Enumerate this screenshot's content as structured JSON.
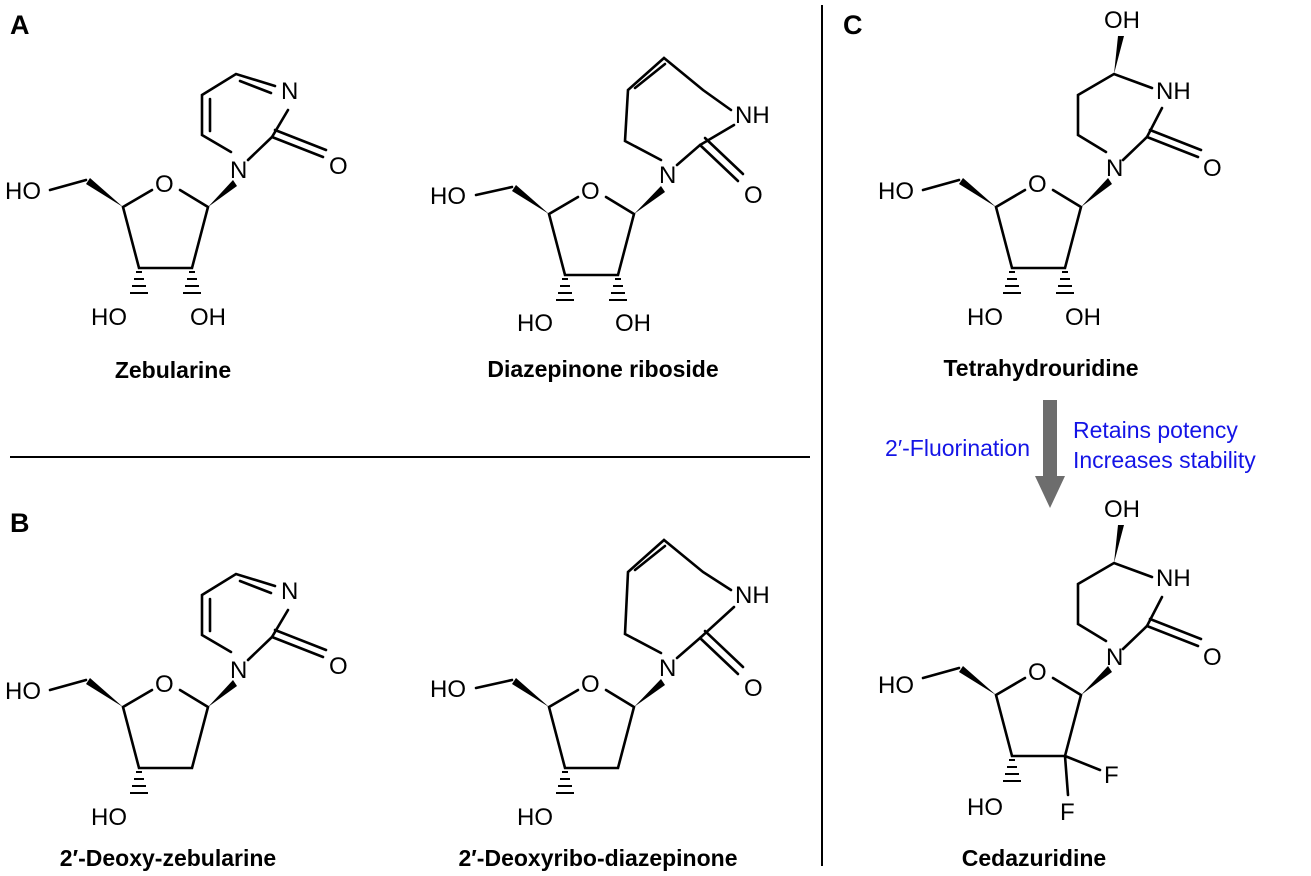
{
  "panels": {
    "a": "A",
    "b": "B",
    "c": "C"
  },
  "compounds": {
    "zebularine": "Zebularine",
    "diazepinone_riboside": "Diazepinone riboside",
    "deoxy_zebularine": "2′-Deoxy-zebularine",
    "deoxyribo_diazepinone": "2′-Deoxyribo-diazepinone",
    "tetrahydrouridine": "Tetrahydrouridine",
    "cedazuridine": "Cedazuridine"
  },
  "transformation": {
    "label": "2′-Fluorination",
    "effect_1": "Retains potency",
    "effect_2": "Increases stability",
    "arrow_color": "#6d6d6d",
    "text_color": "#1414e6"
  },
  "atoms": {
    "hydroxyl_left": "HO",
    "hydroxyl_right": "OH",
    "oxygen": "O",
    "nitrogen": "N",
    "amine": "NH",
    "fluorine": "F"
  }
}
